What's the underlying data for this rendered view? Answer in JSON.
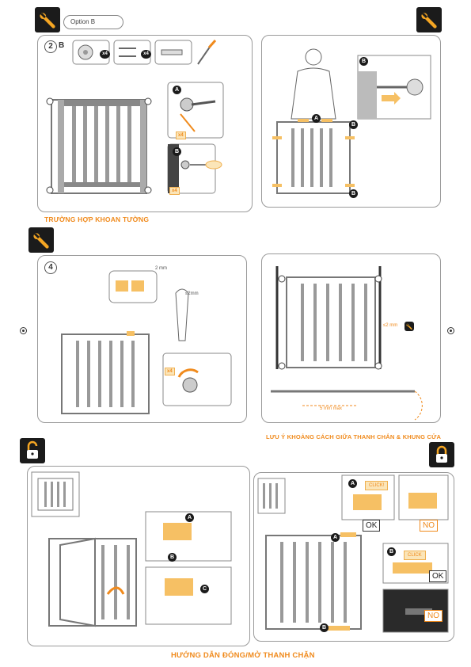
{
  "section1": {
    "option_label": "Option B",
    "step_label": "2",
    "step_sub": "B",
    "qty_washers": "x4",
    "qty_screws": "x4",
    "detail_a": "A",
    "detail_b": "B",
    "detail_a_qty": "x4",
    "detail_b_qty": "x4",
    "caption": "TRƯỜNG HỢP KHOAN TƯỜNG"
  },
  "section2": {
    "marker_a": "A",
    "marker_b": "B",
    "detail_b": "B"
  },
  "section3": {
    "step_label": "4",
    "gap_label": "2 mm",
    "wrench_label": "≤2mm",
    "knob_qty": "x4"
  },
  "section4": {
    "side_gap": "≤2 mm",
    "bottom_gap": "5 mm max",
    "caption": "LƯU Ý KHOẢNG CÁCH GIỮA THANH CHẮN & KHUNG CỬA"
  },
  "section5": {
    "marker_a": "A",
    "marker_b": "B",
    "marker_c": "C"
  },
  "section6": {
    "marker_a": "A",
    "marker_b": "B",
    "click1": "CLICK!",
    "click2": "CLICK",
    "ok1": "OK",
    "no1": "NO",
    "ok2": "OK",
    "no2": "NO",
    "caption": "HƯỚNG DẪN ĐÓNG/MỞ THANH CHẶN"
  },
  "colors": {
    "accent": "#f08a1c",
    "gate": "#8a8a8a",
    "dark": "#1b1b1b",
    "highlight": "#f6c064"
  },
  "icons": [
    "wrench-icon",
    "unlock-icon",
    "lock-icon"
  ]
}
